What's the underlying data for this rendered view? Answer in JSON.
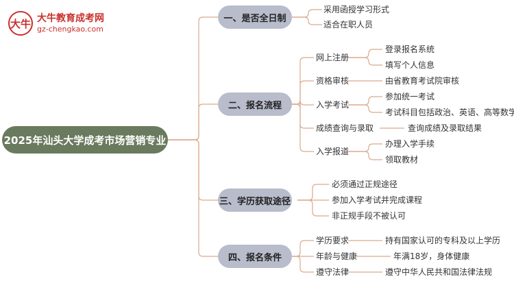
{
  "logo": {
    "mark": "大牛",
    "title": "大牛教育成考网",
    "url": "gz-chengkao.com"
  },
  "root": {
    "label": "2025年汕头大学成考市场营销专业"
  },
  "branches": [
    {
      "label": "一、是否全日制",
      "children": [
        {
          "label": "采用函授学习形式"
        },
        {
          "label": "适合在职人员"
        }
      ]
    },
    {
      "label": "二、报名流程",
      "children": [
        {
          "label": "网上注册",
          "children": [
            "登录报名系统",
            "填写个人信息"
          ]
        },
        {
          "label": "资格审核",
          "children": [
            "由省教育考试院审核"
          ]
        },
        {
          "label": "入学考试",
          "children": [
            "参加统一考试",
            "考试科目包括政治、英语、高等数学"
          ]
        },
        {
          "label": "成绩查询与录取",
          "children": [
            "查询成绩及录取结果"
          ]
        },
        {
          "label": "入学报道",
          "children": [
            "办理入学手续",
            "领取教材"
          ]
        }
      ]
    },
    {
      "label": "三、学历获取途径",
      "children": [
        {
          "label": "必须通过正规途径"
        },
        {
          "label": "参加入学考试并完成课程"
        },
        {
          "label": "非正规手段不被认可"
        }
      ]
    },
    {
      "label": "四、报名条件",
      "children": [
        {
          "label": "学历要求",
          "children": [
            "持有国家认可的专科及以上学历"
          ]
        },
        {
          "label": "年龄与健康",
          "children": [
            "年满18岁，身体健康"
          ]
        },
        {
          "label": "遵守法律",
          "children": [
            "遵守中华人民共和国法律法规"
          ]
        }
      ]
    }
  ]
}
